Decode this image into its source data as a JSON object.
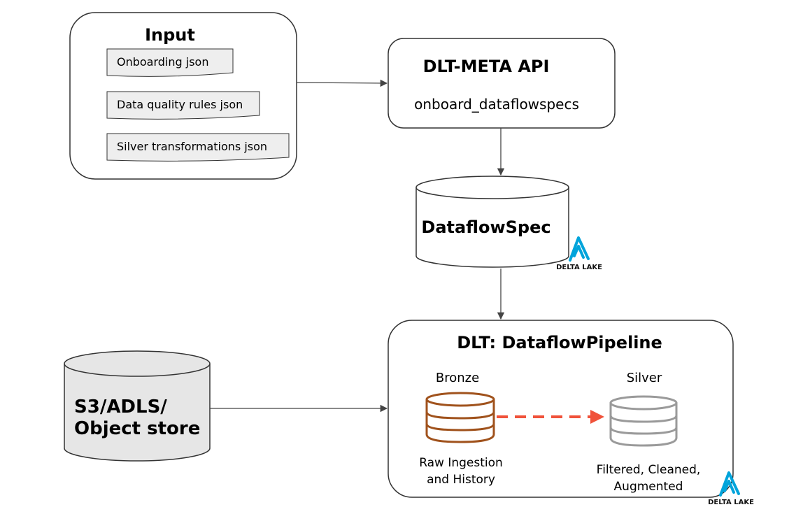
{
  "input": {
    "title": "Input",
    "docs": [
      "Onboarding json",
      "Data quality rules json",
      "Silver transformations json"
    ]
  },
  "api": {
    "title": "DLT-META API",
    "method": "onboard_dataflowspecs"
  },
  "spec_store": {
    "label": "DataflowSpec",
    "badge": "DELTA LAKE"
  },
  "object_store": {
    "line1": "S3/ADLS/",
    "line2": "Object store"
  },
  "pipeline": {
    "title": "DLT: DataflowPipeline",
    "badge": "DELTA LAKE",
    "bronze": {
      "label": "Bronze",
      "desc_line1": "Raw Ingestion",
      "desc_line2": "and History"
    },
    "silver": {
      "label": "Silver",
      "desc_line1": "Filtered, Cleaned,",
      "desc_line2": "Augmented"
    }
  },
  "colors": {
    "stroke": "#333333",
    "doc_fill": "#eeeeee",
    "cylinder_fill": "#e6e6e6",
    "bronze": "#a0521c",
    "silver": "#9a9a9a",
    "arrow_dashed": "#f0523a",
    "delta_blue": "#00a4db"
  }
}
